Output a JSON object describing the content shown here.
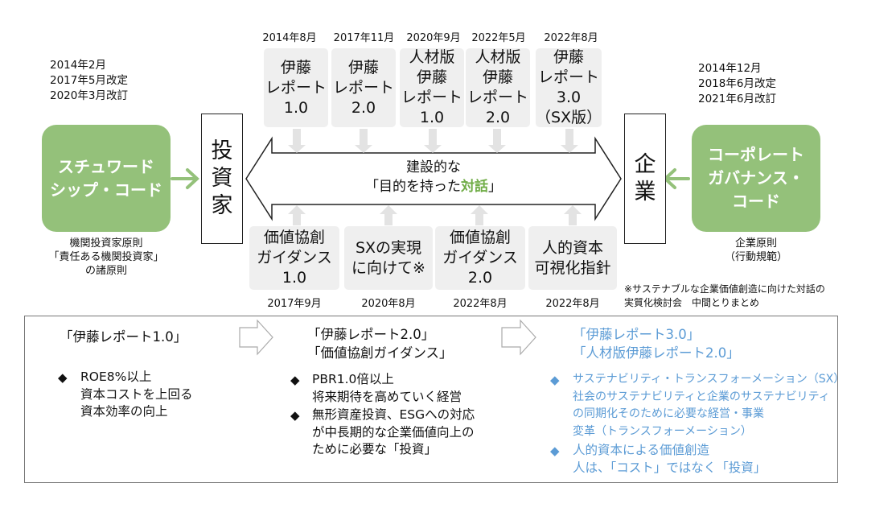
{
  "top_dates": [
    "2014年8月",
    "2017年11月",
    "2020年9月",
    "2022年5月",
    "2022年8月"
  ],
  "top_reports": [
    "伊藤\nレポート\n1.0",
    "伊藤\nレポート\n2.0",
    "人材版\n伊藤\nレポート\n1.0",
    "人材版\n伊藤\nレポート\n2.0",
    "伊藤\nレポート\n3.0\n（SX版）"
  ],
  "bottom_reports": [
    "価値協創\nガイダンス\n1.0",
    "SXの実現\nに向けて※",
    "価値協創\nガイダンス\n2.0",
    "人的資本\n可視化指針"
  ],
  "bottom_dates": [
    "2017年9月",
    "2020年8月",
    "2022年8月",
    "2022年8月"
  ],
  "left": {
    "dates": "2014年2月\n2017年5月改定\n2020年3月改訂",
    "code": "スチュワード\nシップ・コード",
    "note": "機関投資家原則\n「責任ある機関投資家」\nの諸原則",
    "pillar": "投\n資\n家"
  },
  "right": {
    "dates": "2014年12月\n2018年6月改定\n2021年6月改訂",
    "code": "コーポレート\nガバナンス・\nコード",
    "note": "企業原則\n（行動規範）",
    "pillar": "企\n業"
  },
  "center": {
    "line1": "建設的な",
    "line2_pre": "「目的を持った",
    "line2_em": "対話",
    "line2_post": "」"
  },
  "footnote": "※サステナブルな企業価値創造に向けた対話の\n実質化検討会　中間とりまとめ",
  "panel": {
    "col1": {
      "title": "「伊藤レポート1.0」",
      "bullets": [
        "ROE8%以上\n資本コストを上回る\n資本効率の向上"
      ]
    },
    "col2": {
      "title": "「伊藤レポート2.0」\n「価値協創ガイダンス」",
      "bullets": [
        "PBR1.0倍以上\n将来期待を高めていく経営",
        "無形資産投資、ESGへの対応\nが中長期的な企業価値向上の\nために必要な「投資」"
      ]
    },
    "col3": {
      "title": "「伊藤レポート3.0」\n「人材版伊藤レポート2.0」",
      "bullets": [
        "サステナビリティ・トランスフォーメーション（SX）\n社会のサステナビリティと企業のサステナビリティ\nの同期化そのために必要な経営・事業\n変革（トランスフォーメーション）",
        "人的資本による価値創造\n人は、「コスト」ではなく「投資」"
      ]
    }
  },
  "colors": {
    "green": "#94c17a",
    "accent_green": "#70ad47",
    "blue": "#5b9bd5",
    "gray_box": "#efefef",
    "gray_arrow": "#c8c8c8"
  },
  "icons": {
    "bullet_black": "diamond",
    "bullet_blue": "diamond",
    "flow": "chevron-arrow"
  }
}
